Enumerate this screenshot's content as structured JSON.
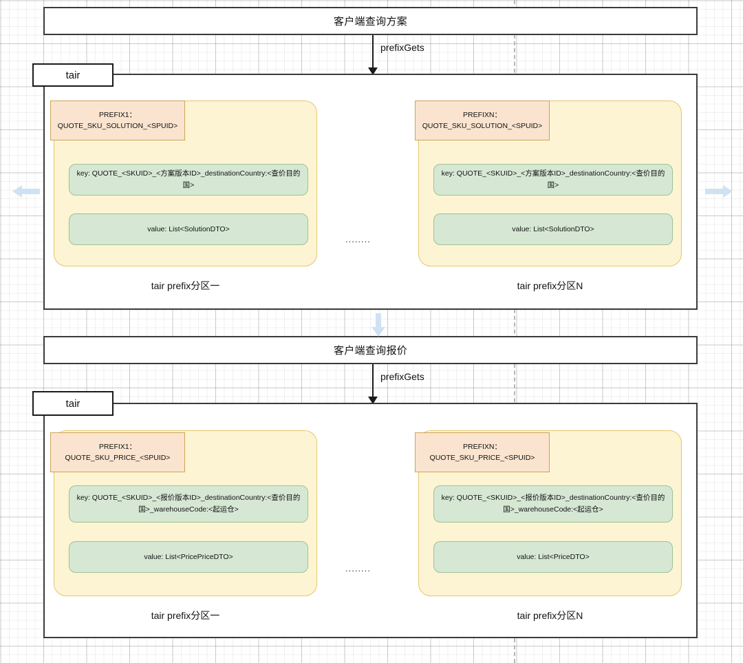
{
  "diagram": {
    "title": "tair prefix cache structure",
    "colors": {
      "partition_fill": "#fdf4d3",
      "partition_border": "#e3c76a",
      "prefix_fill": "#fae4cf",
      "prefix_border": "#cfa356",
      "kv_fill": "#d6e8d4",
      "kv_border": "#9cc195",
      "box_border": "#3a3a3a",
      "nav_arrow": "#cfe2f3"
    },
    "sections": [
      {
        "header": "客户端查询方案",
        "arrow_label": "prefixGets",
        "container_tab": "tair",
        "ellipsis": "........",
        "partitions": [
          {
            "prefix_title": "PREFIX1：",
            "prefix_value": "QUOTE_SKU_SOLUTION_<SPUID>",
            "key_text": "key:  QUOTE_<SKUID>_<方案版本ID>_destinationCountry:<查价目的国>",
            "value_text": "value:  List<SolutionDTO>",
            "caption": "tair prefix分区一"
          },
          {
            "prefix_title": "PREFIXN：",
            "prefix_value": "QUOTE_SKU_SOLUTION_<SPUID>",
            "key_text": "key:  QUOTE_<SKUID>_<方案版本ID>_destinationCountry:<查价目的国>",
            "value_text": "value:  List<SolutionDTO>",
            "caption": "tair prefix分区N"
          }
        ]
      },
      {
        "header": "客户端查询报价",
        "arrow_label": "prefixGets",
        "container_tab": "tair",
        "ellipsis": "........",
        "partitions": [
          {
            "prefix_title": "PREFIX1：",
            "prefix_value": "QUOTE_SKU_PRICE_<SPUID>",
            "key_text": "key:  QUOTE_<SKUID>_<报价版本ID>_destinationCountry:<查价目的国>_warehouseCode:<起运仓>",
            "value_text": "value:  List<PricePriceDTO>",
            "caption": "tair prefix分区一"
          },
          {
            "prefix_title": "PREFIXN：",
            "prefix_value": "QUOTE_SKU_PRICE_<SPUID>",
            "key_text": "key:  QUOTE_<SKUID>_<报价版本ID>_destinationCountry:<查价目的国>_warehouseCode:<起运仓>",
            "value_text": "value: List<PriceDTO>",
            "caption": "tair prefix分区N"
          }
        ]
      }
    ],
    "nav": {
      "left_icon": "arrow-left-icon",
      "right_icon": "arrow-right-icon",
      "down_icon": "arrow-down-icon"
    }
  }
}
